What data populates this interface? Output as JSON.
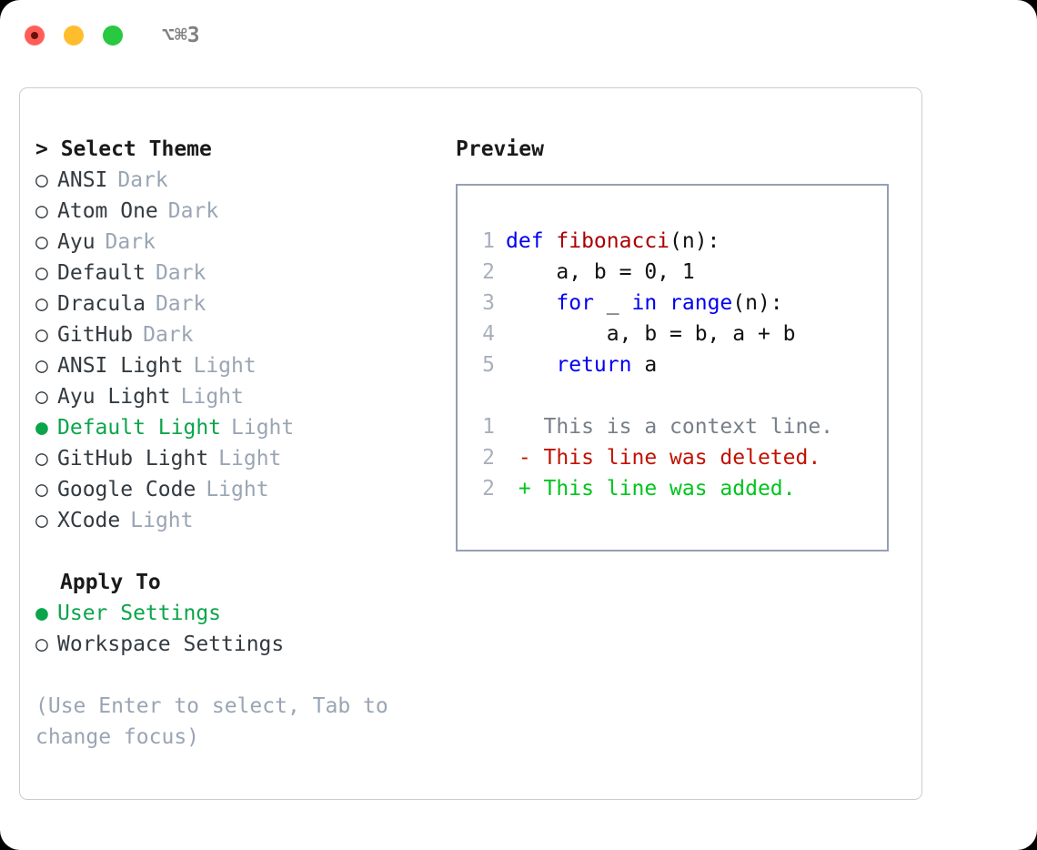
{
  "titlebar": {
    "lights": [
      {
        "name": "close-button",
        "color": "#ff5f57"
      },
      {
        "name": "minimize-button",
        "color": "#ffbd2e"
      },
      {
        "name": "maximize-button",
        "color": "#28c840"
      }
    ],
    "shortcut": "⌥⌘3"
  },
  "colors": {
    "selected_green": "#0aa54a",
    "muted_gray": "#9aa5b4",
    "keyword_blue": "#0000f0",
    "function_red": "#aa0000",
    "diff_deleted": "#c21100",
    "diff_added": "#00c41e",
    "panel_border": "#c9cdd3",
    "code_border": "#93a0b2"
  },
  "theme_picker": {
    "heading": "> Select Theme",
    "caret": ">",
    "heading_text": "Select Theme",
    "marker_selected": "●",
    "marker_unselected": "○",
    "items": [
      {
        "label": "ANSI",
        "meta": "Dark",
        "selected": false
      },
      {
        "label": "Atom One",
        "meta": "Dark",
        "selected": false
      },
      {
        "label": "Ayu",
        "meta": "Dark",
        "selected": false
      },
      {
        "label": "Default",
        "meta": "Dark",
        "selected": false
      },
      {
        "label": "Dracula",
        "meta": "Dark",
        "selected": false
      },
      {
        "label": "GitHub",
        "meta": "Dark",
        "selected": false
      },
      {
        "label": "ANSI Light",
        "meta": "Light",
        "selected": false
      },
      {
        "label": "Ayu Light",
        "meta": "Light",
        "selected": false
      },
      {
        "label": "Default Light",
        "meta": "Light",
        "selected": true
      },
      {
        "label": "GitHub Light",
        "meta": "Light",
        "selected": false
      },
      {
        "label": "Google Code",
        "meta": "Light",
        "selected": false
      },
      {
        "label": "XCode",
        "meta": "Light",
        "selected": false
      }
    ]
  },
  "apply_to": {
    "heading": "Apply To",
    "items": [
      {
        "label": "User Settings",
        "selected": true
      },
      {
        "label": "Workspace Settings",
        "selected": false
      }
    ]
  },
  "hint": "(Use Enter to select, Tab to change focus)",
  "preview": {
    "title": "Preview",
    "code_lines": [
      {
        "lineno": "1",
        "tokens": [
          {
            "text": "def ",
            "kind": "kw"
          },
          {
            "text": "fibonacci",
            "kind": "fn"
          },
          {
            "text": "(n):",
            "kind": "plain"
          }
        ]
      },
      {
        "lineno": "2",
        "tokens": [
          {
            "text": "    a, b = 0, 1",
            "kind": "plain"
          }
        ]
      },
      {
        "lineno": "3",
        "tokens": [
          {
            "text": "    for ",
            "kind": "kw"
          },
          {
            "text": "_ ",
            "kind": "plain"
          },
          {
            "text": "in range",
            "kind": "kw"
          },
          {
            "text": "(n):",
            "kind": "plain"
          }
        ]
      },
      {
        "lineno": "4",
        "tokens": [
          {
            "text": "        a, b = b, a + b",
            "kind": "plain"
          }
        ]
      },
      {
        "lineno": "5",
        "tokens": [
          {
            "text": "    return ",
            "kind": "kw"
          },
          {
            "text": "a",
            "kind": "plain"
          }
        ]
      }
    ],
    "diff_lines": [
      {
        "lineno": "1",
        "tokens": [
          {
            "text": "   This is a context line.",
            "kind": "ctx"
          }
        ]
      },
      {
        "lineno": "2",
        "tokens": [
          {
            "text": " - This line was deleted.",
            "kind": "del"
          }
        ]
      },
      {
        "lineno": "2",
        "tokens": [
          {
            "text": " + This line was added.",
            "kind": "add"
          }
        ]
      }
    ]
  }
}
